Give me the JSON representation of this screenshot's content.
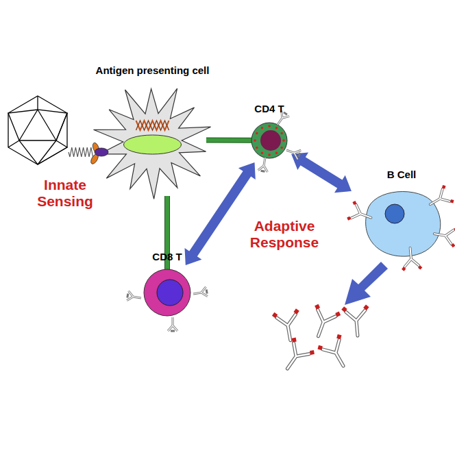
{
  "diagram": {
    "nodes": [
      {
        "text": [
          "Antigen presenting cell"
        ]
      },
      {
        "text": [
          "CD4 T"
        ]
      },
      {
        "text": [
          "B Cell"
        ]
      },
      {
        "text": [
          "CD8 T"
        ]
      }
    ],
    "edges": [
      {
        "from": 0,
        "to": 1,
        "arrow": "none"
      },
      {
        "from": 0,
        "to": 3,
        "arrow": "none"
      },
      {
        "from": 1,
        "to": 2,
        "arrow": "both"
      },
      {
        "from": 3,
        "to": 1,
        "arrow": "both"
      }
    ],
    "labels": [
      "Innate Sensing",
      "Adaptive Response"
    ]
  }
}
